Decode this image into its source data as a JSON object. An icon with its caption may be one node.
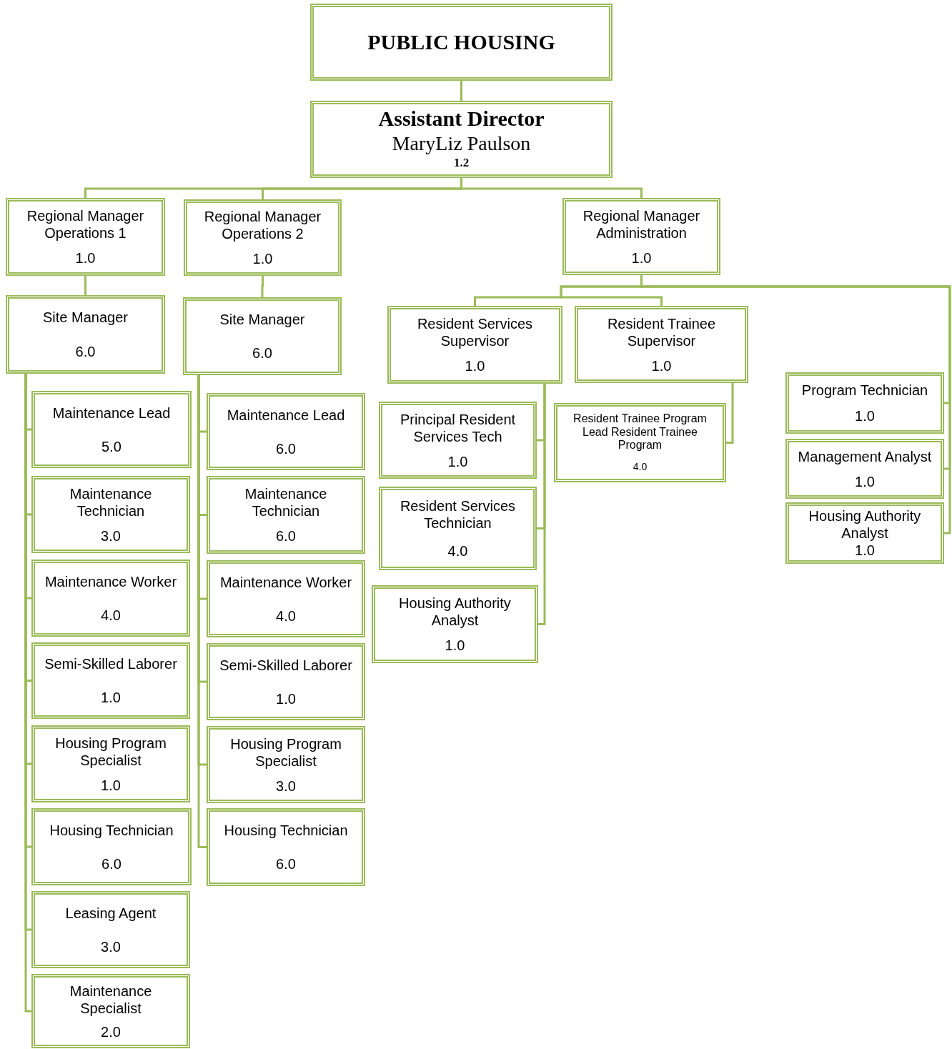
{
  "diagram": {
    "nodes": [
      {
        "text": [
          "PUBLIC HOUSING"
        ]
      },
      {
        "text": [
          "Assistant Director",
          "MaryLiz Paulson",
          "1.2"
        ]
      },
      {
        "text": [
          "Regional Manager Operations 1",
          "1.0"
        ]
      },
      {
        "text": [
          "Regional Manager Operations 2",
          "1.0"
        ]
      },
      {
        "text": [
          "Regional Manager Administration",
          "1.0"
        ]
      },
      {
        "text": [
          "Site Manager",
          "6.0"
        ]
      },
      {
        "text": [
          "Site Manager",
          "6.0"
        ]
      },
      {
        "text": [
          "Maintenance Lead",
          "5.0"
        ]
      },
      {
        "text": [
          "Maintenance Technician",
          "3.0"
        ]
      },
      {
        "text": [
          "Maintenance Worker",
          "4.0"
        ]
      },
      {
        "text": [
          "Semi-Skilled Laborer",
          "1.0"
        ]
      },
      {
        "text": [
          "Housing Program Specialist",
          "1.0"
        ]
      },
      {
        "text": [
          "Housing Technician",
          "6.0"
        ]
      },
      {
        "text": [
          "Leasing Agent",
          "3.0"
        ]
      },
      {
        "text": [
          "Maintenance Specialist",
          "2.0"
        ]
      },
      {
        "text": [
          "Maintenance Lead",
          "6.0"
        ]
      },
      {
        "text": [
          "Maintenance Technician",
          "6.0"
        ]
      },
      {
        "text": [
          "Maintenance Worker",
          "4.0"
        ]
      },
      {
        "text": [
          "Semi-Skilled Laborer",
          "1.0"
        ]
      },
      {
        "text": [
          "Housing Program Specialist",
          "3.0"
        ]
      },
      {
        "text": [
          "Housing Technician",
          "6.0"
        ]
      },
      {
        "text": [
          "Resident Services Supervisor",
          "1.0"
        ]
      },
      {
        "text": [
          "Resident Trainee Supervisor",
          "1.0"
        ]
      },
      {
        "text": [
          "Principal Resident Services Tech",
          "1.0"
        ]
      },
      {
        "text": [
          "Resident Services Technician",
          "4.0"
        ]
      },
      {
        "text": [
          "Housing Authority Analyst",
          "1.0"
        ]
      },
      {
        "text": [
          "Resident Trainee Program Lead Resident Trainee Program",
          "4.0"
        ]
      },
      {
        "text": [
          "Program Technician",
          "1.0"
        ]
      },
      {
        "text": [
          "Management Analyst",
          "1.0"
        ]
      },
      {
        "text": [
          "Housing Authority Analyst",
          "1.0"
        ]
      }
    ],
    "edges": [
      {
        "from": 0,
        "to": 1,
        "arrow": "none"
      },
      {
        "from": 1,
        "to": 2,
        "arrow": "none"
      },
      {
        "from": 1,
        "to": 3,
        "arrow": "none"
      },
      {
        "from": 1,
        "to": 4,
        "arrow": "none"
      },
      {
        "from": 2,
        "to": 5,
        "arrow": "none"
      },
      {
        "from": 3,
        "to": 6,
        "arrow": "none"
      },
      {
        "from": 5,
        "to": 7,
        "arrow": "none"
      },
      {
        "from": 5,
        "to": 8,
        "arrow": "none"
      },
      {
        "from": 5,
        "to": 9,
        "arrow": "none"
      },
      {
        "from": 5,
        "to": 10,
        "arrow": "none"
      },
      {
        "from": 5,
        "to": 11,
        "arrow": "none"
      },
      {
        "from": 5,
        "to": 12,
        "arrow": "none"
      },
      {
        "from": 5,
        "to": 13,
        "arrow": "none"
      },
      {
        "from": 5,
        "to": 14,
        "arrow": "none"
      },
      {
        "from": 6,
        "to": 15,
        "arrow": "none"
      },
      {
        "from": 6,
        "to": 16,
        "arrow": "none"
      },
      {
        "from": 6,
        "to": 17,
        "arrow": "none"
      },
      {
        "from": 6,
        "to": 18,
        "arrow": "none"
      },
      {
        "from": 6,
        "to": 19,
        "arrow": "none"
      },
      {
        "from": 6,
        "to": 20,
        "arrow": "none"
      },
      {
        "from": 4,
        "to": 21,
        "arrow": "none"
      },
      {
        "from": 4,
        "to": 22,
        "arrow": "none"
      },
      {
        "from": 4,
        "to": 27,
        "arrow": "none"
      },
      {
        "from": 4,
        "to": 28,
        "arrow": "none"
      },
      {
        "from": 4,
        "to": 29,
        "arrow": "none"
      },
      {
        "from": 21,
        "to": 23,
        "arrow": "none"
      },
      {
        "from": 21,
        "to": 24,
        "arrow": "none"
      },
      {
        "from": 21,
        "to": 25,
        "arrow": "none"
      },
      {
        "from": 22,
        "to": 26,
        "arrow": "none"
      }
    ]
  }
}
